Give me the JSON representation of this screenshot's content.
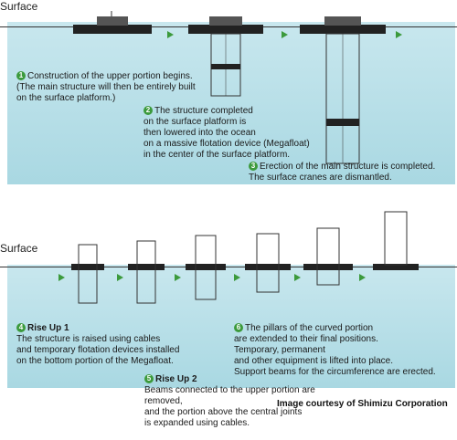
{
  "surface_label": "Surface",
  "steps": [
    {
      "num": "1",
      "text": "Construction of the upper portion begins.\n(The main structure will then be entirely built\non the surface platform.)"
    },
    {
      "num": "2",
      "text": "The structure completed\non the surface platform is\nthen lowered into the ocean\non a massive flotation device (Megafloat)\nin the center of the surface platform."
    },
    {
      "num": "3",
      "text": "Erection of the main structure is completed.\nThe surface cranes are dismantled."
    },
    {
      "num": "4",
      "title": "Rise Up 1",
      "text": "The structure is raised using cables\nand temporary flotation devices installed\non the bottom portion of the Megafloat."
    },
    {
      "num": "5",
      "title": "Rise Up 2",
      "text": "Beams connected to the upper portion are removed,\nand the portion above the central joints\nis expanded using cables."
    },
    {
      "num": "6",
      "text": "The pillars of the curved portion\nare extended to their final positions.\nTemporary, permanent\nand other equipment is lifted into place.\nSupport beams for the circumference are erected."
    }
  ],
  "credit": "Image courtesy of Shimizu Corporation",
  "colors": {
    "water_top": "#c8e7ee",
    "water_bottom": "#a9d8e2",
    "arrow": "#3c9a3c",
    "structure": "#333333"
  }
}
